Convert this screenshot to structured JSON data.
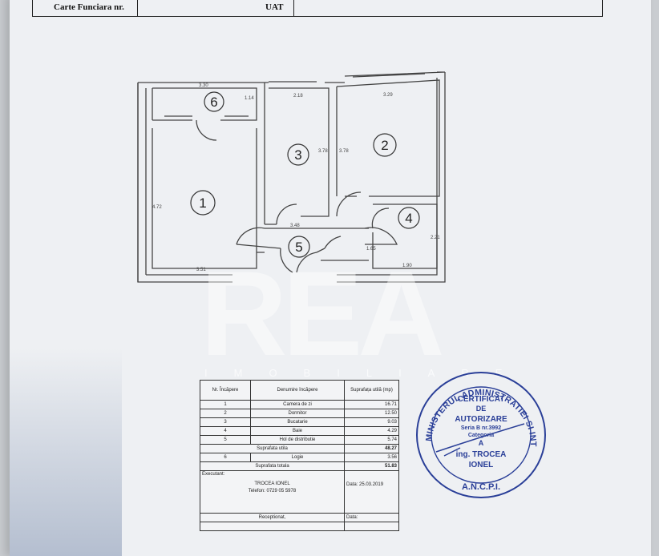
{
  "header": {
    "label_left": "Carte Funciara nr.",
    "label_right": "UAT"
  },
  "plan": {
    "rooms": [
      "1",
      "2",
      "3",
      "4",
      "5",
      "6"
    ],
    "dimensions": {
      "d6_width": "3.30",
      "d6_height": "1.14",
      "d3_width": "2.18",
      "d3_height": "3.78",
      "d2_width": "3.29",
      "d2_height": "3.78",
      "d1_height": "4.72",
      "d1_width": "3.51",
      "d5_width": "3.48",
      "d5_height": "1.65",
      "d4_width": "1.90",
      "d4_height": "2.21"
    }
  },
  "watermark": {
    "brand": "REA",
    "sub": "IMOBILIARE"
  },
  "table": {
    "headers": [
      "Nr. Încăpere",
      "Denumire încăpere",
      "Suprafața utilă (mp)"
    ],
    "rows": [
      {
        "nr": "1",
        "name": "Camera de zi",
        "area": "16.71"
      },
      {
        "nr": "2",
        "name": "Dormitor",
        "area": "12.50"
      },
      {
        "nr": "3",
        "name": "Bucatarie",
        "area": "9.03"
      },
      {
        "nr": "4",
        "name": "Baie",
        "area": "4.29"
      },
      {
        "nr": "5",
        "name": "Hol de distributie",
        "area": "5.74"
      }
    ],
    "subtotal_label": "Suprafata utila",
    "subtotal_value": "48.27",
    "extra_row": {
      "nr": "6",
      "name": "Logie",
      "area": "3.56"
    },
    "total_label": "Suprafata totala",
    "total_value": "51.83",
    "executant_label": "Executant:",
    "executant_name": "TROCEA IONEL",
    "executant_phone": "Telefon: 0729 05 5978",
    "date_label": "Data: 25.03.2019",
    "receptionat_label": "Receptionat,",
    "data2_label": "Data:"
  },
  "stamp": {
    "ring_text": "MINISTERUL ADMINISTRATIEI SI INTERNELOR",
    "line1": "CERTIFICAT",
    "line2": "DE",
    "line3": "AUTORIZARE",
    "line4": "Seria B nr.3992",
    "line5": "Categoria",
    "line6": "A",
    "line7": "ing. TROCEA",
    "line8": "IONEL",
    "bottom": "A.N.C.P.I."
  }
}
